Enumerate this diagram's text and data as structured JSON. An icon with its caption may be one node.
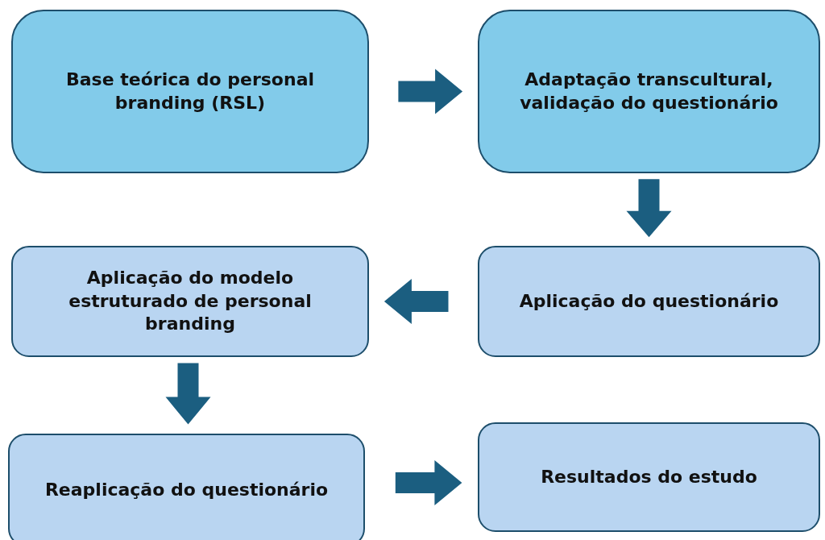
{
  "diagram": {
    "nodes": [
      {
        "text": [
          "Base teórica do personal branding (RSL)"
        ]
      },
      {
        "text": [
          "Adaptação transcultural, validação do questionário"
        ]
      },
      {
        "text": [
          "Aplicação do modelo estruturado de personal branding"
        ]
      },
      {
        "text": [
          "Aplicação do questionário"
        ]
      },
      {
        "text": [
          "Reaplicação do questionário"
        ]
      },
      {
        "text": [
          "Resultados do estudo"
        ]
      }
    ],
    "edges": [
      {
        "from": 0,
        "to": 1,
        "arrow": "to"
      },
      {
        "from": 1,
        "to": 3,
        "arrow": "to"
      },
      {
        "from": 3,
        "to": 2,
        "arrow": "to"
      },
      {
        "from": 2,
        "to": 4,
        "arrow": "to"
      },
      {
        "from": 4,
        "to": 5,
        "arrow": "to"
      }
    ]
  }
}
